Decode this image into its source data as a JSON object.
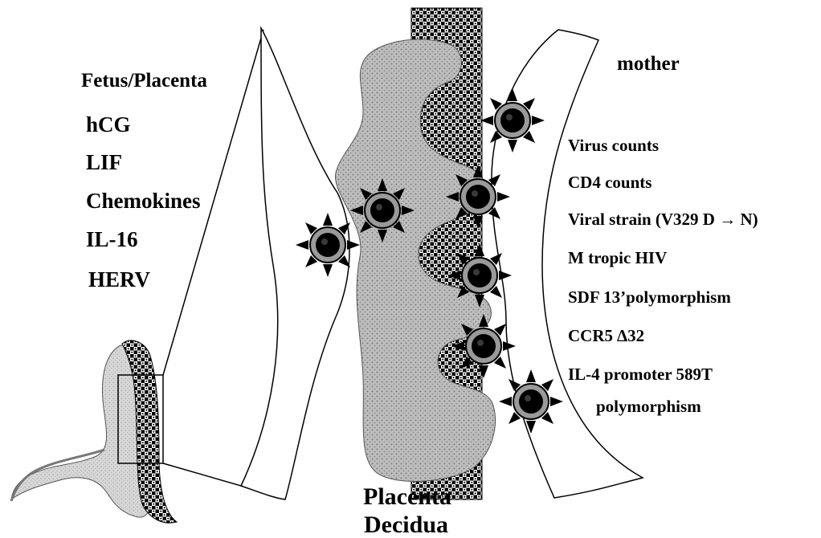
{
  "fetus_side": {
    "heading": "Fetus/Placenta",
    "factors": [
      "hCG",
      "LIF",
      "Chemokines",
      "IL-16",
      "HERV"
    ]
  },
  "mother_side": {
    "heading": "mother",
    "factors": [
      "Virus  counts",
      "CD4 counts",
      "Viral strain (V329  D → N)",
      "M  tropic  HIV",
      "SDF  13’polymorphism",
      "CCR5  ∆32",
      "IL-4  promoter  589T",
      "polymorphism"
    ]
  },
  "bottom_labels": [
    "Placenta",
    "Decidua"
  ],
  "icons": {
    "virus": "virus-particle-icon",
    "fetus": "fetus-silhouette-icon"
  },
  "colors": {
    "ink": "#000000",
    "background": "#ffffff",
    "placenta_fill": "#bdbdbd",
    "fetus_fill": "#d6d6d6"
  }
}
